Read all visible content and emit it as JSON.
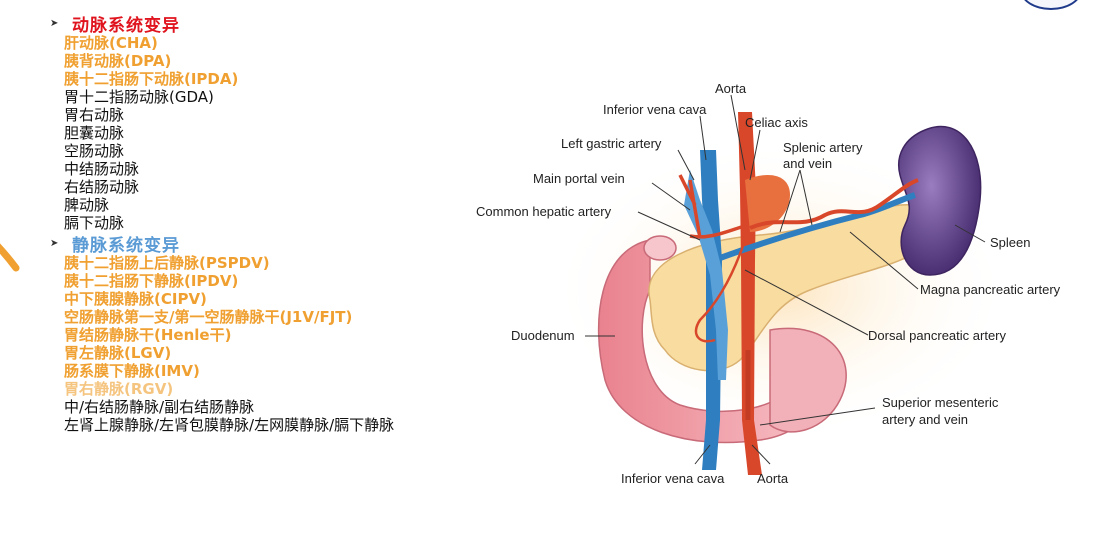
{
  "arterial": {
    "title": "动脉系统变异",
    "title_color": "#e0141e",
    "items": [
      {
        "text": "肝动脉(CHA)",
        "color": "#f0a030",
        "bold": true
      },
      {
        "text": "胰背动脉(DPA)",
        "color": "#f0a030",
        "bold": true
      },
      {
        "text": "胰十二指肠下动脉(IPDA)",
        "color": "#f0a030",
        "bold": true
      },
      {
        "text": "胃十二指肠动脉(GDA)",
        "color": "#111111",
        "bold": false
      },
      {
        "text": "胃右动脉",
        "color": "#111111",
        "bold": false
      },
      {
        "text": "胆囊动脉",
        "color": "#111111",
        "bold": false
      },
      {
        "text": "空肠动脉",
        "color": "#111111",
        "bold": false
      },
      {
        "text": "中结肠动脉",
        "color": "#111111",
        "bold": false
      },
      {
        "text": "右结肠动脉",
        "color": "#111111",
        "bold": false
      },
      {
        "text": "脾动脉",
        "color": "#111111",
        "bold": false
      },
      {
        "text": "膈下动脉",
        "color": "#111111",
        "bold": false
      }
    ]
  },
  "venous": {
    "title": "静脉系统变异",
    "title_color": "#5b9bd5",
    "items": [
      {
        "text": "胰十二指肠上后静脉(PSPDV)",
        "color": "#f0a030",
        "bold": true
      },
      {
        "text": "胰十二指肠下静脉(IPDV)",
        "color": "#f0a030",
        "bold": true
      },
      {
        "text": "中下胰腺静脉(CIPV)",
        "color": "#f0a030",
        "bold": true
      },
      {
        "text": "空肠静脉第一支/第一空肠静脉干(J1V/FJT)",
        "color": "#f0a030",
        "bold": true
      },
      {
        "text": "胃结肠静脉干(Henle干)",
        "color": "#f0a030",
        "bold": true
      },
      {
        "text": "胃左静脉(LGV)",
        "color": "#f0a030",
        "bold": true
      },
      {
        "text": "肠系膜下静脉(IMV)",
        "color": "#f0a030",
        "bold": true
      },
      {
        "text": "胃右静脉(RGV)",
        "color": "#f5c580",
        "bold": true
      },
      {
        "text": "中/右结肠静脉/副右结肠静脉",
        "color": "#111111",
        "bold": false
      },
      {
        "text": "左肾上腺静脉/左肾包膜静脉/左网膜静脉/膈下静脉",
        "color": "#111111",
        "bold": false
      }
    ]
  },
  "diagram": {
    "labels": {
      "aorta_top": "Aorta",
      "ivc_top": "Inferior vena cava",
      "celiac": "Celiac axis",
      "left_gastric": "Left gastric artery",
      "splenic_1": "Splenic artery",
      "splenic_2": "and vein",
      "portal": "Main portal vein",
      "hepatic": "Common hepatic artery",
      "spleen": "Spleen",
      "magna": "Magna pancreatic artery",
      "duodenum": "Duodenum",
      "dorsal": "Dorsal pancreatic artery",
      "sma_1": "Superior mesenteric",
      "sma_2": "artery and vein",
      "ivc_bottom": "Inferior vena cava",
      "aorta_bottom": "Aorta"
    },
    "colors": {
      "artery": "#d9472b",
      "vein": "#2f7fc0",
      "pancreas": "#f8dca0",
      "duodenum": "#f0a0a8",
      "spleen": "#6a4c93"
    }
  }
}
